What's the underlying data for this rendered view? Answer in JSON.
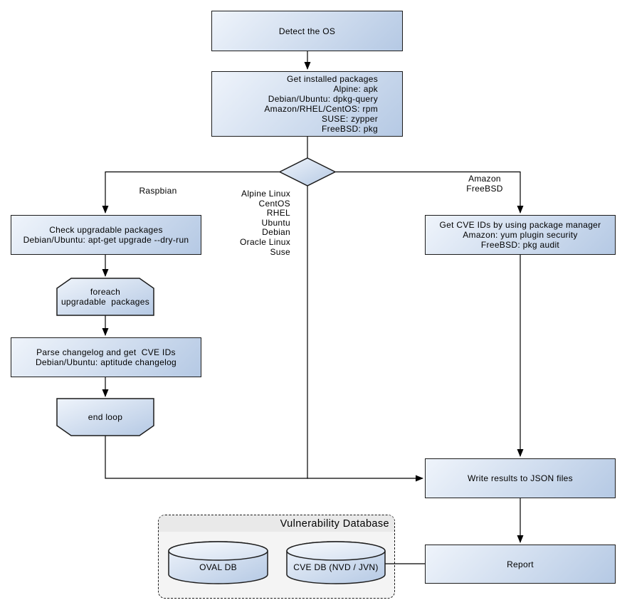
{
  "nodes": {
    "detect_os": {
      "label": "Detect the OS"
    },
    "get_installed_packages": {
      "label": "Get installed packages\nAlpine: apk\nDebian/Ubuntu: dpkg-query\nAmazon/RHEL/CentOS: rpm\nSUSE: zypper\nFreeBSD: pkg"
    },
    "check_upgradable": {
      "label": "Check upgradable packages\nDebian/Ubuntu: apt-get upgrade --dry-run"
    },
    "foreach_loop": {
      "label": "foreach\nupgradable  packages"
    },
    "parse_changelog": {
      "label": "Parse changelog and get  CVE IDs\nDebian/Ubuntu: aptitude changelog"
    },
    "end_loop": {
      "label": "end loop"
    },
    "get_cve_ids": {
      "label": "Get CVE IDs by using package manager\nAmazon: yum plugin security\nFreeBSD: pkg audit"
    },
    "write_results": {
      "label": "Write results to JSON files"
    },
    "report": {
      "label": "Report"
    },
    "oval_db": {
      "label": "OVAL DB"
    },
    "cve_db": {
      "label": "CVE DB (NVD / JVN)"
    }
  },
  "group": {
    "title": "Vulnerability Database"
  },
  "edge_labels": {
    "left_branch": "Raspbian",
    "middle_branch": "Alpine Linux\nCentOS\nRHEL\nUbuntu\nDebian\nOracle Linux\nSuse",
    "right_branch": "Amazon\nFreeBSD"
  },
  "colors": {
    "canvas_background": "#ffffff",
    "node_gradient_start": "#eff4fb",
    "node_gradient_end": "#b5c9e4",
    "node_border": "#1c1c1c",
    "connector": "#000000",
    "group_body": "#f4f4f4",
    "group_header": "#e9e9e9"
  }
}
